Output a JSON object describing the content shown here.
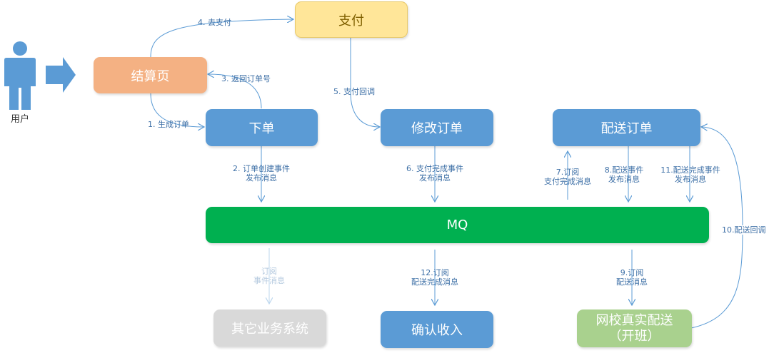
{
  "user": {
    "label": "用户"
  },
  "nodes": {
    "settlement": "结算页",
    "payment": "支付",
    "place_order": "下单",
    "modify_order": "修改订单",
    "delivery_order": "配送订单",
    "mq": "MQ",
    "other_systems": "其它业务系统",
    "confirm_income": "确认收入",
    "online_school_line1": "网校真实配送",
    "online_school_line2": "（开班）"
  },
  "edges": {
    "e1": "1. 生成订单",
    "e2a": "2. 订单创建事件",
    "e2b": "发布消息",
    "e3": "3. 返回订单号",
    "e4": "4. 去支付",
    "e5": "5. 支付回调",
    "e6a": "6. 支付完成事件",
    "e6b": "发布消息",
    "e7a": "7.订阅",
    "e7b": "支付完成消息",
    "e8a": "8.配送事件",
    "e8b": "发布消息",
    "e9a": "9.订阅",
    "e9b": "配送消息",
    "e10": "10.配送回调",
    "e11a": "11.配送完成事件",
    "e11b": "发布消息",
    "e12a": "12.订阅",
    "e12b": "配送完成消息",
    "sub_other_a": "订阅",
    "sub_other_b": "事件消息"
  },
  "colors": {
    "blue": "#5b9bd5",
    "orange": "#f4b183",
    "yellow": "#ffe699",
    "green": "#00b050",
    "gray": "#d9d9d9",
    "lightgreen": "#a9d18e",
    "line": "#5b9bd5"
  }
}
